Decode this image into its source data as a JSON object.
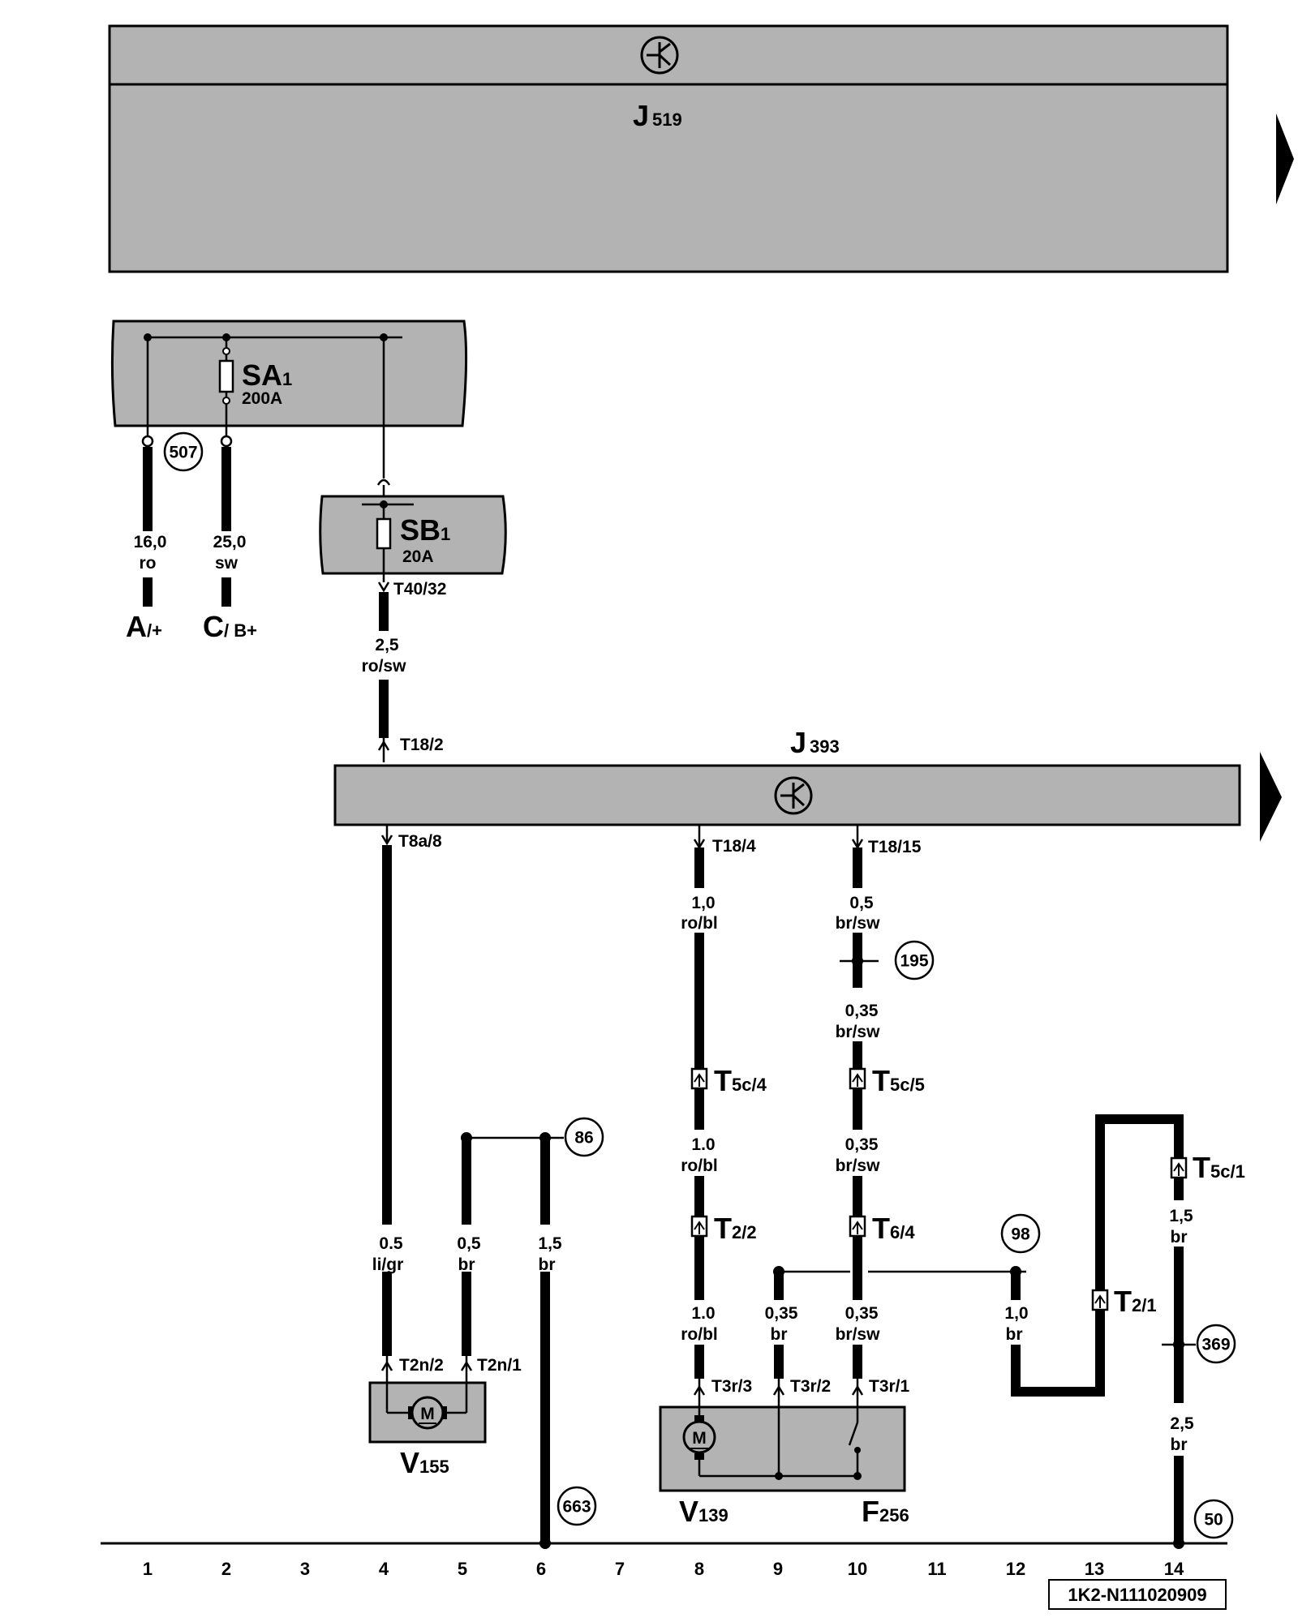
{
  "components": {
    "top_unit": {
      "name": "J",
      "sub": "519"
    },
    "fuse_box_a": {
      "fuse_name": "SA",
      "fuse_sub": "1",
      "rating": "200A"
    },
    "fuse_box_b": {
      "fuse_name": "SB",
      "fuse_sub": "1",
      "rating": "20A"
    },
    "gateway": {
      "name": "J",
      "sub": "393"
    },
    "motor_v155": {
      "name": "V",
      "sub": "155",
      "symbol": "M"
    },
    "motor_v139": {
      "name": "V",
      "sub": "139",
      "symbol": "M"
    },
    "switch_f256": {
      "name": "F",
      "sub": "256"
    }
  },
  "terminals": {
    "a": {
      "name": "A",
      "sub": "/+"
    },
    "c": {
      "name": "C",
      "sub": "/ B+"
    }
  },
  "wires": {
    "w1": {
      "gauge": "16,0",
      "color": "ro"
    },
    "w2": {
      "gauge": "25,0",
      "color": "sw"
    },
    "w4a": {
      "gauge": "2,5",
      "color": "ro/sw"
    },
    "w4b": {
      "gauge": "0.5",
      "color": "li/gr"
    },
    "w5": {
      "gauge": "0,5",
      "color": "br"
    },
    "w6": {
      "gauge": "1,5",
      "color": "br"
    },
    "w8a": {
      "gauge": "1,0",
      "color": "ro/bl"
    },
    "w8b": {
      "gauge": "1.0",
      "color": "ro/bl"
    },
    "w8c": {
      "gauge": "1.0",
      "color": "ro/bl"
    },
    "w9": {
      "gauge": "0,35",
      "color": "br"
    },
    "w10a": {
      "gauge": "0,5",
      "color": "br/sw"
    },
    "w10b": {
      "gauge": "0,35",
      "color": "br/sw"
    },
    "w10c": {
      "gauge": "0,35",
      "color": "br/sw"
    },
    "w10d": {
      "gauge": "0,35",
      "color": "br/sw"
    },
    "w12": {
      "gauge": "1,0",
      "color": "br"
    },
    "w14a": {
      "gauge": "1,5",
      "color": "br"
    },
    "w14b": {
      "gauge": "2,5",
      "color": "br"
    }
  },
  "connectors": {
    "t40_32": "T40/32",
    "t18_2": "T18/2",
    "t8a_8": "T8a/8",
    "t18_4": "T18/4",
    "t18_15": "T18/15",
    "t2n_2": "T2n/2",
    "t2n_1": "T2n/1",
    "t3r_3": "T3r/3",
    "t3r_2": "T3r/2",
    "t3r_1": "T3r/1",
    "t5c_4": {
      "name": "T",
      "sub": "5c/4"
    },
    "t5c_5": {
      "name": "T",
      "sub": "5c/5"
    },
    "t2_2": {
      "name": "T",
      "sub": "2/2"
    },
    "t6_4": {
      "name": "T",
      "sub": "6/4"
    },
    "t5c_1": {
      "name": "T",
      "sub": "5c/1"
    },
    "t2_1": {
      "name": "T",
      "sub": "2/1"
    }
  },
  "references": {
    "r507": "507",
    "r86": "86",
    "r195": "195",
    "r98": "98",
    "r369": "369",
    "r663": "663",
    "r50": "50"
  },
  "columns": [
    "1",
    "2",
    "3",
    "4",
    "5",
    "6",
    "7",
    "8",
    "9",
    "10",
    "11",
    "12",
    "13",
    "14"
  ],
  "drawing_id": "1K2-N111020909"
}
